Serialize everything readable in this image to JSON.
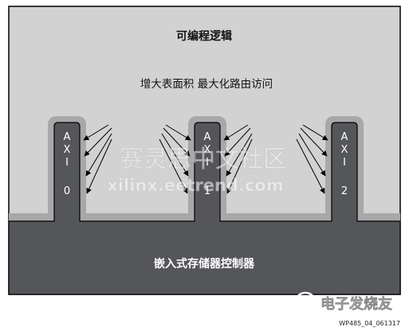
{
  "diagram": {
    "top_region_title": "可编程逻辑",
    "top_region_caption": "增大表面积 最大化路由访问",
    "bottom_region_title": "嵌入式存储器控制器",
    "ports": [
      {
        "name": "AXI",
        "letters": [
          "A",
          "X",
          "I"
        ],
        "index": "0"
      },
      {
        "name": "AXI",
        "letters": [
          "A",
          "X",
          "I"
        ],
        "index": "1"
      },
      {
        "name": "AXI",
        "letters": [
          "A",
          "X",
          "I"
        ],
        "index": "2"
      }
    ],
    "figure_id": "WP485_04_061317"
  },
  "watermark": {
    "text_cn": "赛灵思中文社区",
    "text_en": "xilinx.eetrend.com",
    "logo_text": "电子发烧友",
    "logo_url": "www.elecfans.com"
  },
  "colors": {
    "programmable_logic_bg": "#d2d2d2",
    "controller_fill": "#55565a",
    "glow": "#a6a6a6",
    "border": "#000000",
    "arrow": "#000000"
  }
}
